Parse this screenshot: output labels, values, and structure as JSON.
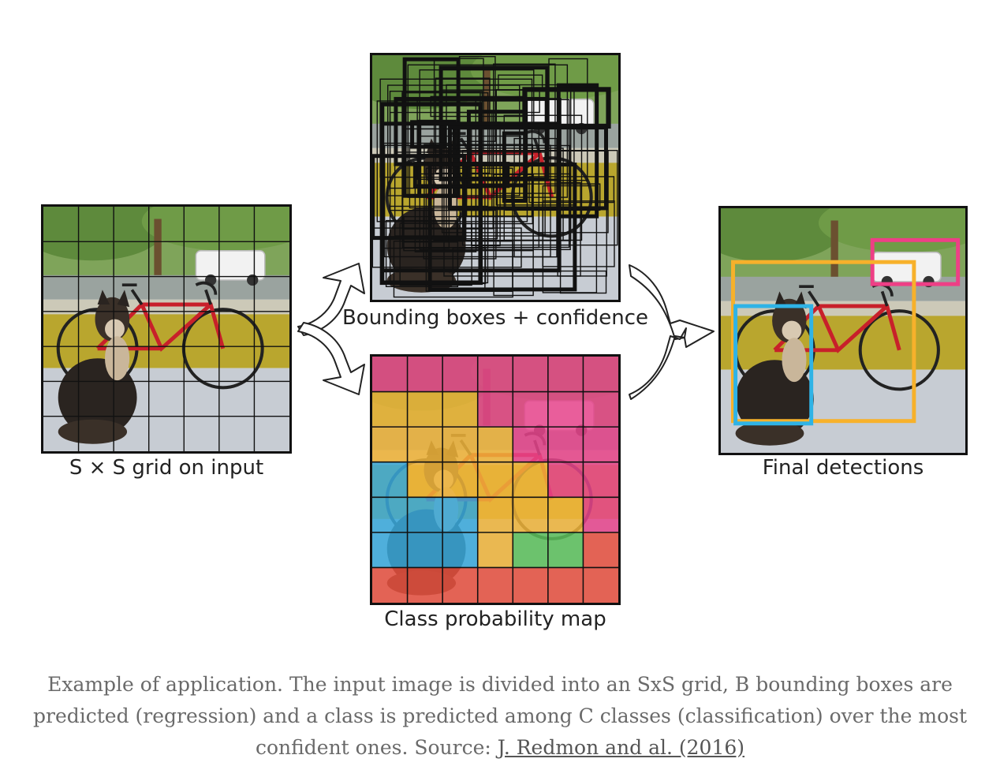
{
  "labels": {
    "input": "S × S grid on input",
    "boxes": "Bounding boxes + confidence",
    "classmap": "Class probability map",
    "final": "Final detections"
  },
  "caption": {
    "text": "Example of application. The input image is divided into an SxS grid, B bounding boxes are predicted (regression) and a class is predicted among C classes (classification) over the most confident ones. Source: ",
    "link": "J. Redmon and al. (2016)"
  },
  "grid_size": 7,
  "class_map": [
    [
      "m",
      "m",
      "m",
      "m",
      "m",
      "m",
      "m"
    ],
    [
      "y",
      "y",
      "y",
      "m",
      "m",
      "m",
      "m"
    ],
    [
      "y",
      "y",
      "y",
      "y",
      "m",
      "m",
      "m"
    ],
    [
      "b",
      "y",
      "y",
      "y",
      "y",
      "m",
      "m"
    ],
    [
      "b",
      "b",
      "b",
      "y",
      "y",
      "y",
      "m"
    ],
    [
      "b",
      "b",
      "b",
      "y",
      "g",
      "g",
      "r"
    ],
    [
      "r",
      "r",
      "r",
      "r",
      "r",
      "r",
      "r"
    ]
  ],
  "class_colors": {
    "m": "#e8448c",
    "y": "#f0b43a",
    "b": "#3aa9dc",
    "g": "#5cbf5a",
    "r": "#e8503e"
  },
  "detection_colors": {
    "car": "#ee3f86",
    "bicycle": "#f7b12b",
    "dog": "#2fb3e6"
  }
}
